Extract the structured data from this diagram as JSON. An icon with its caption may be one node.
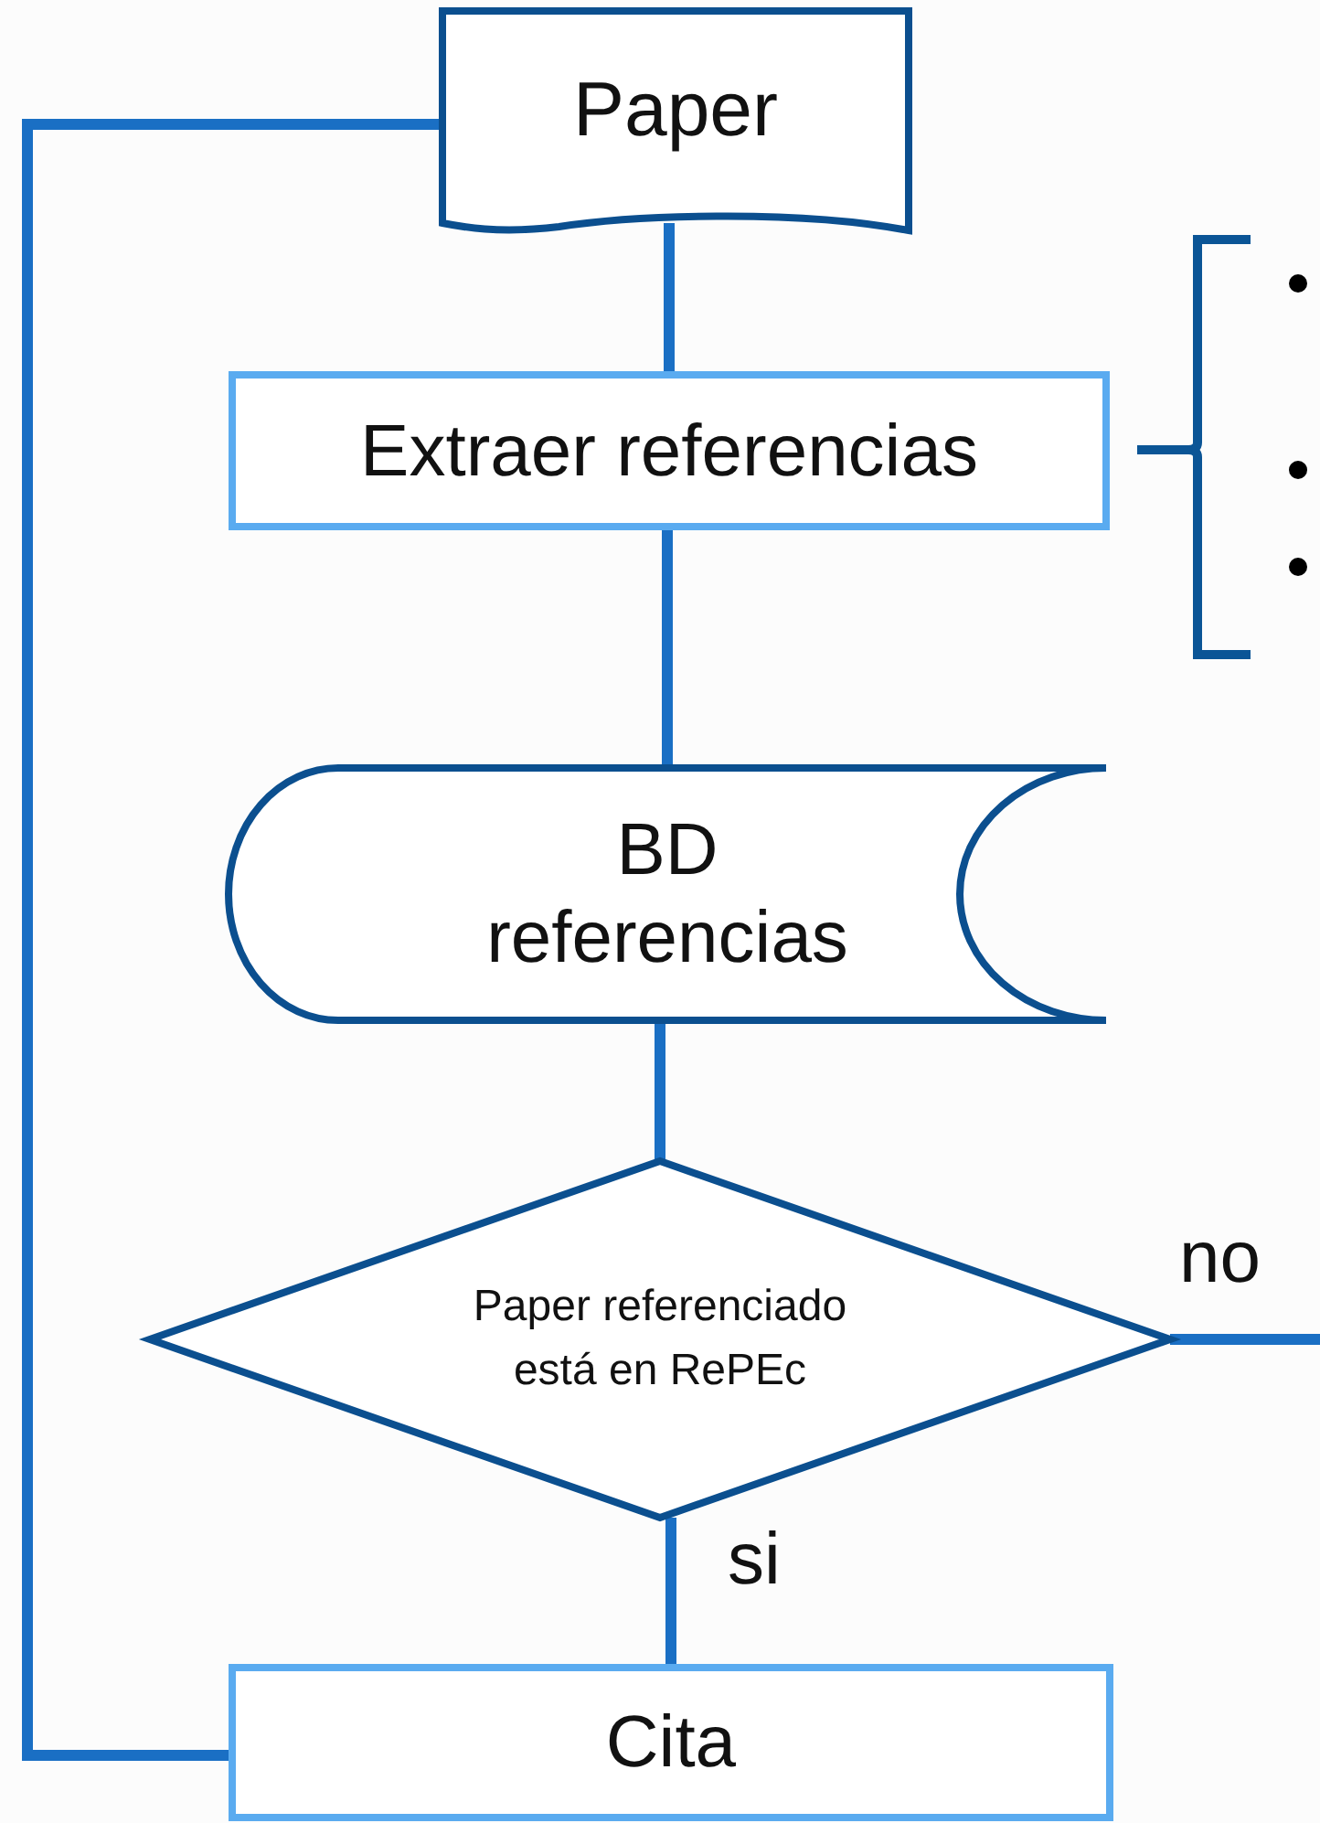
{
  "diagram": {
    "nodes": [
      {
        "text": [
          "Paper"
        ]
      },
      {
        "text": [
          "Extraer referencias"
        ]
      },
      {
        "text": [
          "BD referencias"
        ]
      },
      {
        "text": [
          "Paper referenciado está en RePEc"
        ]
      },
      {
        "text": [
          "Cita"
        ]
      }
    ],
    "edges": [
      {
        "from": 0,
        "to": 1,
        "arrow": "none"
      },
      {
        "from": 1,
        "to": 2,
        "arrow": "none"
      },
      {
        "from": 2,
        "to": 3,
        "arrow": "none"
      },
      {
        "from": 3,
        "to": 4,
        "label": "si",
        "arrow": "none"
      },
      {
        "from": 4,
        "to": 0,
        "arrow": "none"
      },
      {
        "from": 3,
        "to": null,
        "label": "no",
        "arrow": "none"
      }
    ]
  }
}
